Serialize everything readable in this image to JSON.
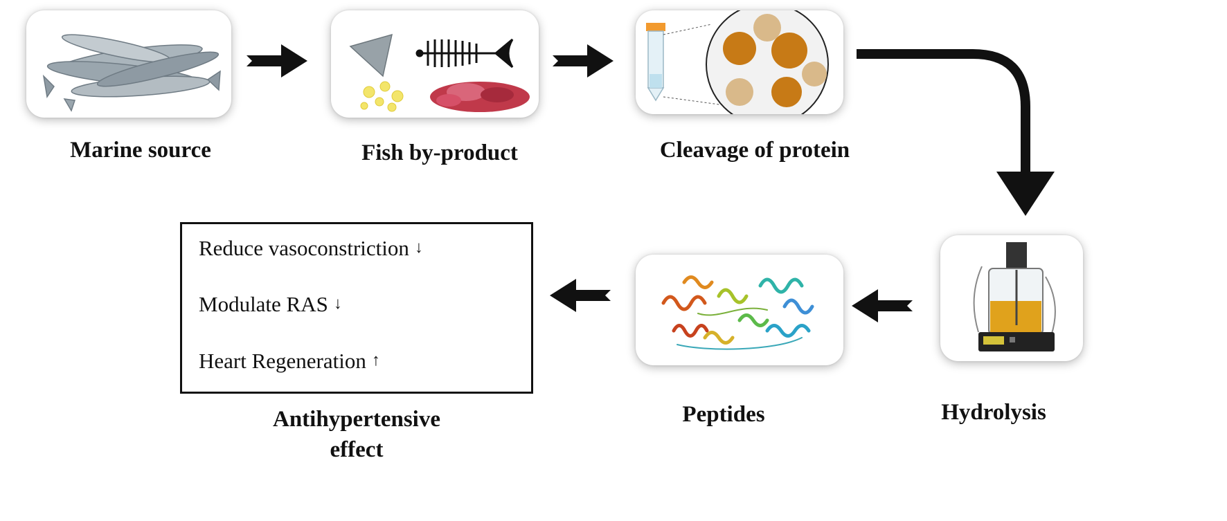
{
  "steps": {
    "marine_source": "Marine source",
    "fish_byproduct": "Fish by-product",
    "cleavage": "Cleavage of protein",
    "hydrolysis": "Hydrolysis",
    "peptides": "Peptides",
    "antihypertensive_line1": "Antihypertensive",
    "antihypertensive_line2": "effect"
  },
  "effects": [
    {
      "text": "Reduce vasoconstriction",
      "symbol": "↓"
    },
    {
      "text": "Modulate RAS",
      "symbol": "↓"
    },
    {
      "text": "Heart Regeneration",
      "symbol": "↑"
    }
  ],
  "colors": {
    "arrow": "#111111",
    "fish": "#9aa6ae",
    "meat": "#c0394a",
    "protein_dark": "#c77a16",
    "protein_light": "#d9b98a",
    "reactor_liquid": "#e0a21c"
  }
}
